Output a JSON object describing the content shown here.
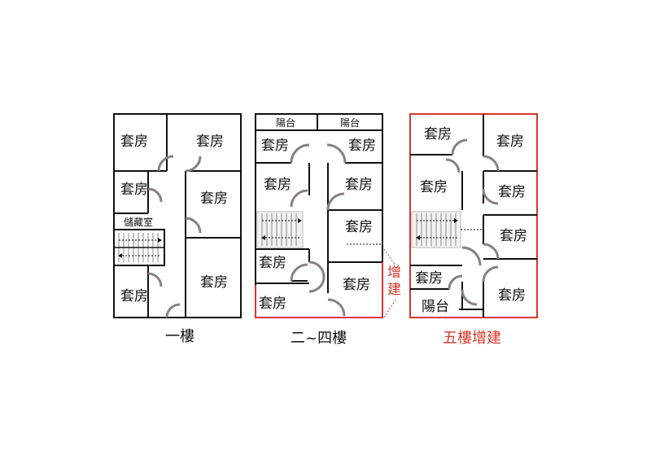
{
  "floor1": {
    "caption": "一樓",
    "rooms": [
      "套房",
      "套房",
      "套房",
      "套房",
      "套房",
      "套房"
    ],
    "storage": "儲藏室"
  },
  "floor2_4": {
    "caption": "二~四樓",
    "balconies": [
      "陽台",
      "陽台"
    ],
    "rooms": [
      "套房",
      "套房",
      "套房",
      "套房",
      "套房",
      "套房",
      "套房",
      "套房"
    ],
    "extension_note": "增建"
  },
  "floor5": {
    "caption": "五樓增建",
    "rooms": [
      "套房",
      "套房",
      "套房",
      "套房",
      "套房",
      "套房",
      "套房"
    ],
    "balcony": "陽台"
  },
  "colors": {
    "wall": "#111111",
    "extension": "#d9372b",
    "door": "#8a8080"
  }
}
